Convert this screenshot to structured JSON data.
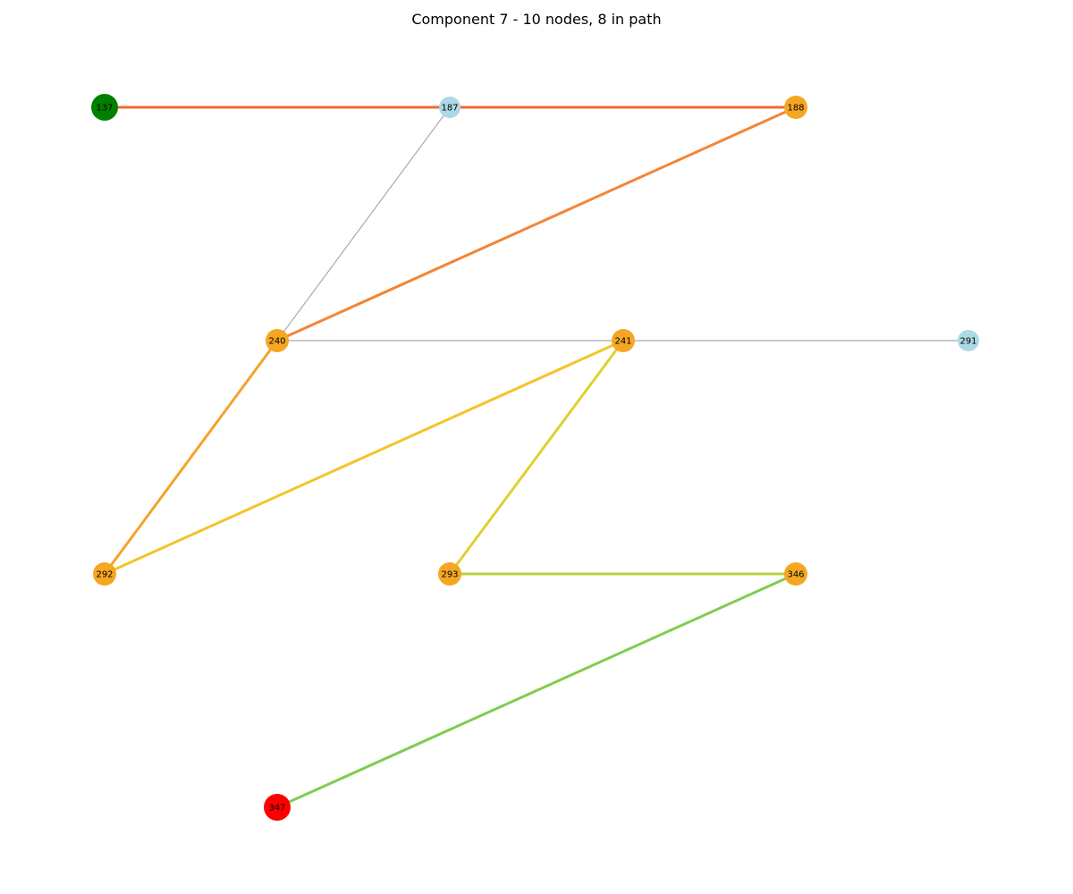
{
  "title": "Component 7 - 10 nodes, 8 in path",
  "nodes": [
    {
      "id": "137",
      "label": "137",
      "role": "start",
      "color": "#008000"
    },
    {
      "id": "187",
      "label": "187",
      "role": "other",
      "color": "#add8e6"
    },
    {
      "id": "188",
      "label": "188",
      "role": "path",
      "color": "#f5a623"
    },
    {
      "id": "240",
      "label": "240",
      "role": "path",
      "color": "#f5a623"
    },
    {
      "id": "241",
      "label": "241",
      "role": "path",
      "color": "#f5a623"
    },
    {
      "id": "291",
      "label": "291",
      "role": "other",
      "color": "#add8e6"
    },
    {
      "id": "292",
      "label": "292",
      "role": "path",
      "color": "#f5a623"
    },
    {
      "id": "293",
      "label": "293",
      "role": "path",
      "color": "#f5a623"
    },
    {
      "id": "346",
      "label": "346",
      "role": "path",
      "color": "#f5a623"
    },
    {
      "id": "347",
      "label": "347",
      "role": "end",
      "color": "#ff0000"
    }
  ],
  "edges": [
    {
      "source": "187",
      "target": "240",
      "in_path": false,
      "color": "#aaaaaa"
    },
    {
      "source": "240",
      "target": "241",
      "in_path": false,
      "color": "#aaaaaa"
    },
    {
      "source": "241",
      "target": "291",
      "in_path": false,
      "color": "#aaaaaa"
    },
    {
      "source": "137",
      "target": "187",
      "in_path": true,
      "color": "#f06a30"
    },
    {
      "source": "187",
      "target": "188",
      "in_path": true,
      "color": "#f06a30"
    },
    {
      "source": "188",
      "target": "240",
      "in_path": true,
      "color": "#f28535"
    },
    {
      "source": "240",
      "target": "292",
      "in_path": true,
      "color": "#f5a32a"
    },
    {
      "source": "292",
      "target": "241",
      "in_path": true,
      "color": "#f5c32a"
    },
    {
      "source": "241",
      "target": "293",
      "in_path": true,
      "color": "#e0d030"
    },
    {
      "source": "293",
      "target": "346",
      "in_path": true,
      "color": "#b5d040"
    },
    {
      "source": "346",
      "target": "347",
      "in_path": true,
      "color": "#80cc50"
    }
  ]
}
